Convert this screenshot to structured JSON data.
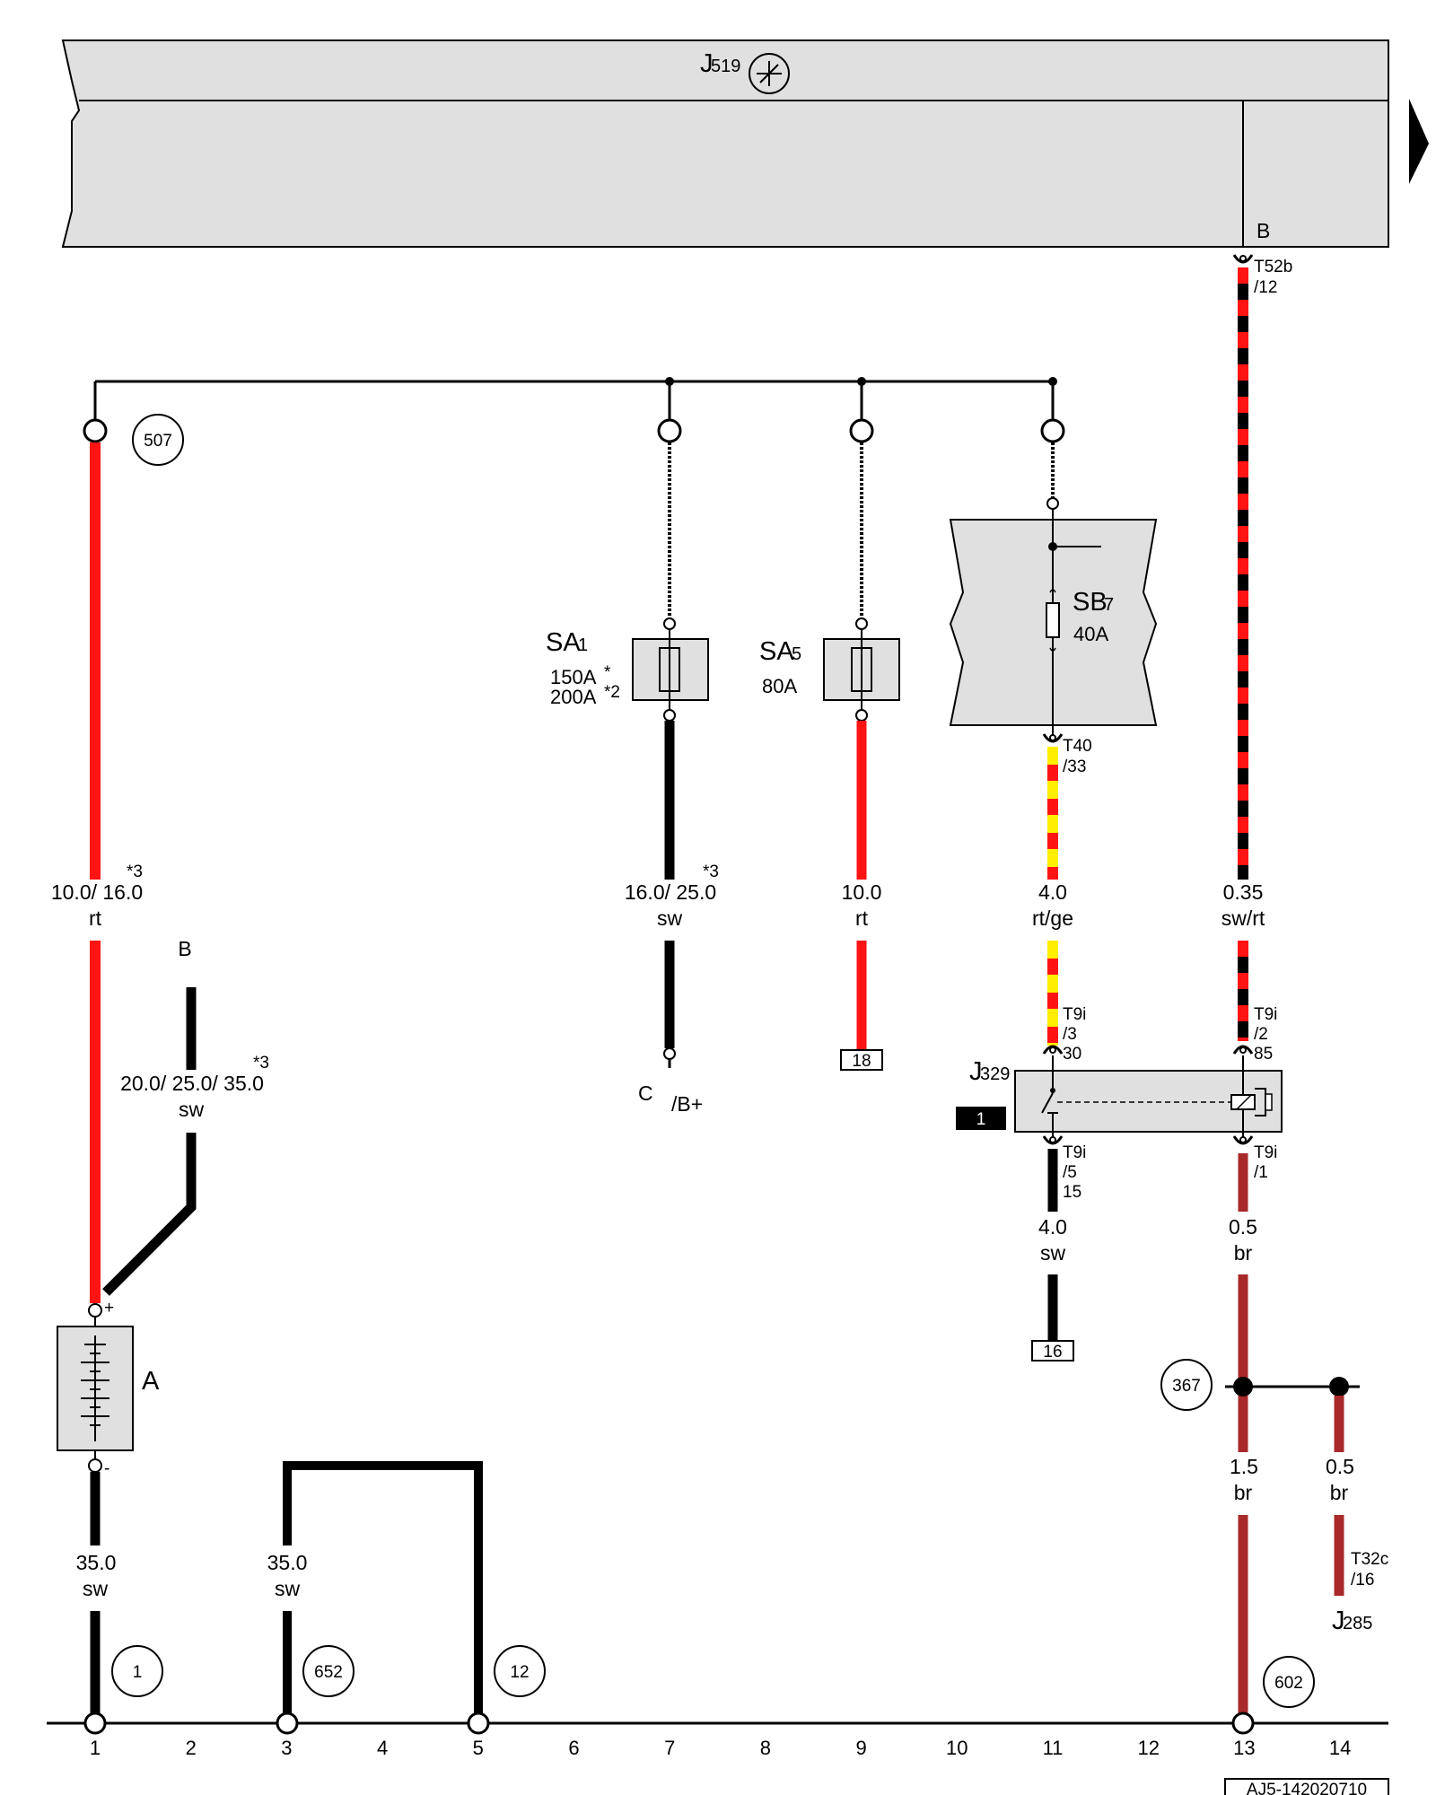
{
  "module": {
    "name": "J",
    "sub": "519",
    "pin": "B"
  },
  "connectors": {
    "t52b": {
      "name": "T52b",
      "pin": "/12"
    },
    "t40": {
      "name": "T40",
      "pin": "/33"
    },
    "t9i_3": {
      "name": "T9i",
      "pin": "/3",
      "term": "30"
    },
    "t9i_2": {
      "name": "T9i",
      "pin": "/2",
      "term": "85"
    },
    "t9i_5": {
      "name": "T9i",
      "pin": "/5",
      "term": "15"
    },
    "t9i_1": {
      "name": "T9i",
      "pin": "/1"
    },
    "t32c": {
      "name": "T32c",
      "pin": "/16"
    }
  },
  "fuses": {
    "sa1": {
      "name": "SA",
      "sub": "1",
      "rating1": "150A",
      "mark1": "*",
      "rating2": "200A",
      "mark2": "*2"
    },
    "sa5": {
      "name": "SA",
      "sub": "5",
      "rating": "80A"
    },
    "sb7": {
      "name": "SB",
      "sub": "7",
      "rating": "40A"
    }
  },
  "relay": {
    "name": "J",
    "sub": "329",
    "badge": "1"
  },
  "battery": {
    "name": "A",
    "plus": "+",
    "minus": "-"
  },
  "component_j285": {
    "name": "J",
    "sub": "285"
  },
  "wires": [
    {
      "id": "w1",
      "size": "10.0/ 16.0",
      "color": "rt",
      "note": "*3"
    },
    {
      "id": "w2",
      "size": "16.0/ 25.0",
      "color": "sw",
      "note": "*3"
    },
    {
      "id": "w3",
      "size": "10.0",
      "color": "rt"
    },
    {
      "id": "w4",
      "size": "4.0",
      "color": "rt/ge"
    },
    {
      "id": "w5",
      "size": "0.35",
      "color": "sw/rt"
    },
    {
      "id": "w6",
      "size": "20.0/ 25.0/ 35.0",
      "color": "sw",
      "note": "*3"
    },
    {
      "id": "w7",
      "size": "4.0",
      "color": "sw"
    },
    {
      "id": "w8",
      "size": "0.5",
      "color": "br"
    },
    {
      "id": "w9",
      "size": "1.5",
      "color": "br"
    },
    {
      "id": "w10",
      "size": "0.5",
      "color": "br"
    },
    {
      "id": "w11",
      "size": "35.0",
      "color": "sw"
    },
    {
      "id": "w12",
      "size": "35.0",
      "color": "sw"
    }
  ],
  "wire_b_label": "B",
  "connector_c": {
    "name": "C",
    "label": "/B+"
  },
  "refs": {
    "r507": "507",
    "r367": "367",
    "r1": "1",
    "r652": "652",
    "r12": "12",
    "r602": "602",
    "ref18": "18",
    "ref16": "16"
  },
  "ground_axis": [
    "1",
    "2",
    "3",
    "4",
    "5",
    "6",
    "7",
    "8",
    "9",
    "10",
    "11",
    "12",
    "13",
    "14"
  ],
  "doc_code": "AJ5-142020710",
  "colors": {
    "rt": "#ff1414",
    "sw": "#000000",
    "ge": "#ffee00",
    "br": "#a8292a",
    "housing": "#e0e0e0"
  }
}
